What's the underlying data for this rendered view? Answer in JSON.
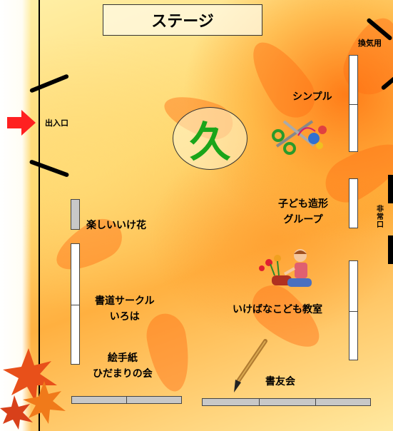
{
  "stage": {
    "label": "ステージ"
  },
  "vent": {
    "label": "換気用"
  },
  "entrance": {
    "label": "出入口"
  },
  "emergency_exit": {
    "label": "非常口"
  },
  "mark": {
    "glyph": "久"
  },
  "booths": {
    "simple": "シンプル",
    "kids_art": [
      "子ども造形",
      "グループ"
    ],
    "ikebana_fun": "楽しいいけ花",
    "calligraphy": [
      "書道サークル",
      "いろは"
    ],
    "ikebana_kids": "いけばなこども教室",
    "etegami": [
      "絵手紙",
      "ひだまりの会"
    ],
    "shoyukai": "書友会"
  },
  "colors": {
    "mark_green": "#1aa51a",
    "arrow_red": "#ff2020",
    "table_gray": "#c8c8c8"
  }
}
